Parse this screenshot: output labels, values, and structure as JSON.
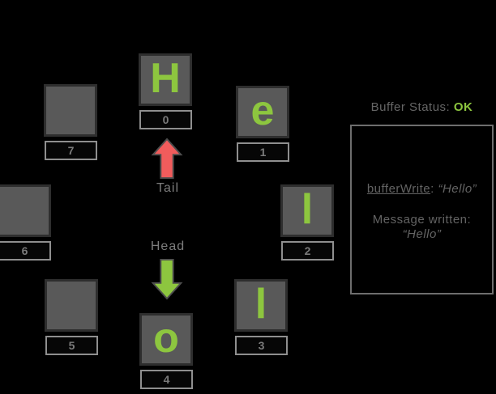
{
  "scene": {
    "background": "#000000",
    "kind": "circular-buffer-diagram"
  },
  "ring_buffer": {
    "letter_color": "#8dc63f",
    "slots": [
      {
        "index": "0",
        "letter": "H"
      },
      {
        "index": "1",
        "letter": "e"
      },
      {
        "index": "2",
        "letter": "l"
      },
      {
        "index": "3",
        "letter": "l"
      },
      {
        "index": "4",
        "letter": "o"
      },
      {
        "index": "5",
        "letter": ""
      },
      {
        "index": "6",
        "letter": ""
      },
      {
        "index": "7",
        "letter": ""
      }
    ]
  },
  "pointers": {
    "tail": {
      "label": "Tail",
      "direction": "up",
      "arrow_color": "#f15c5c",
      "outline_color": "#4d4d4d"
    },
    "head": {
      "label": "Head",
      "direction": "down",
      "arrow_color": "#8dc63f",
      "outline_color": "#4d4d4d"
    }
  },
  "status": {
    "label": "Buffer Status:",
    "value": "OK",
    "value_color": "#8dc63f"
  },
  "message_panel": {
    "call_name": "bufferWrite",
    "call_separator": ": ",
    "call_argument": "“Hello”",
    "written_label": "Message written:",
    "written_value": "“Hello”"
  }
}
